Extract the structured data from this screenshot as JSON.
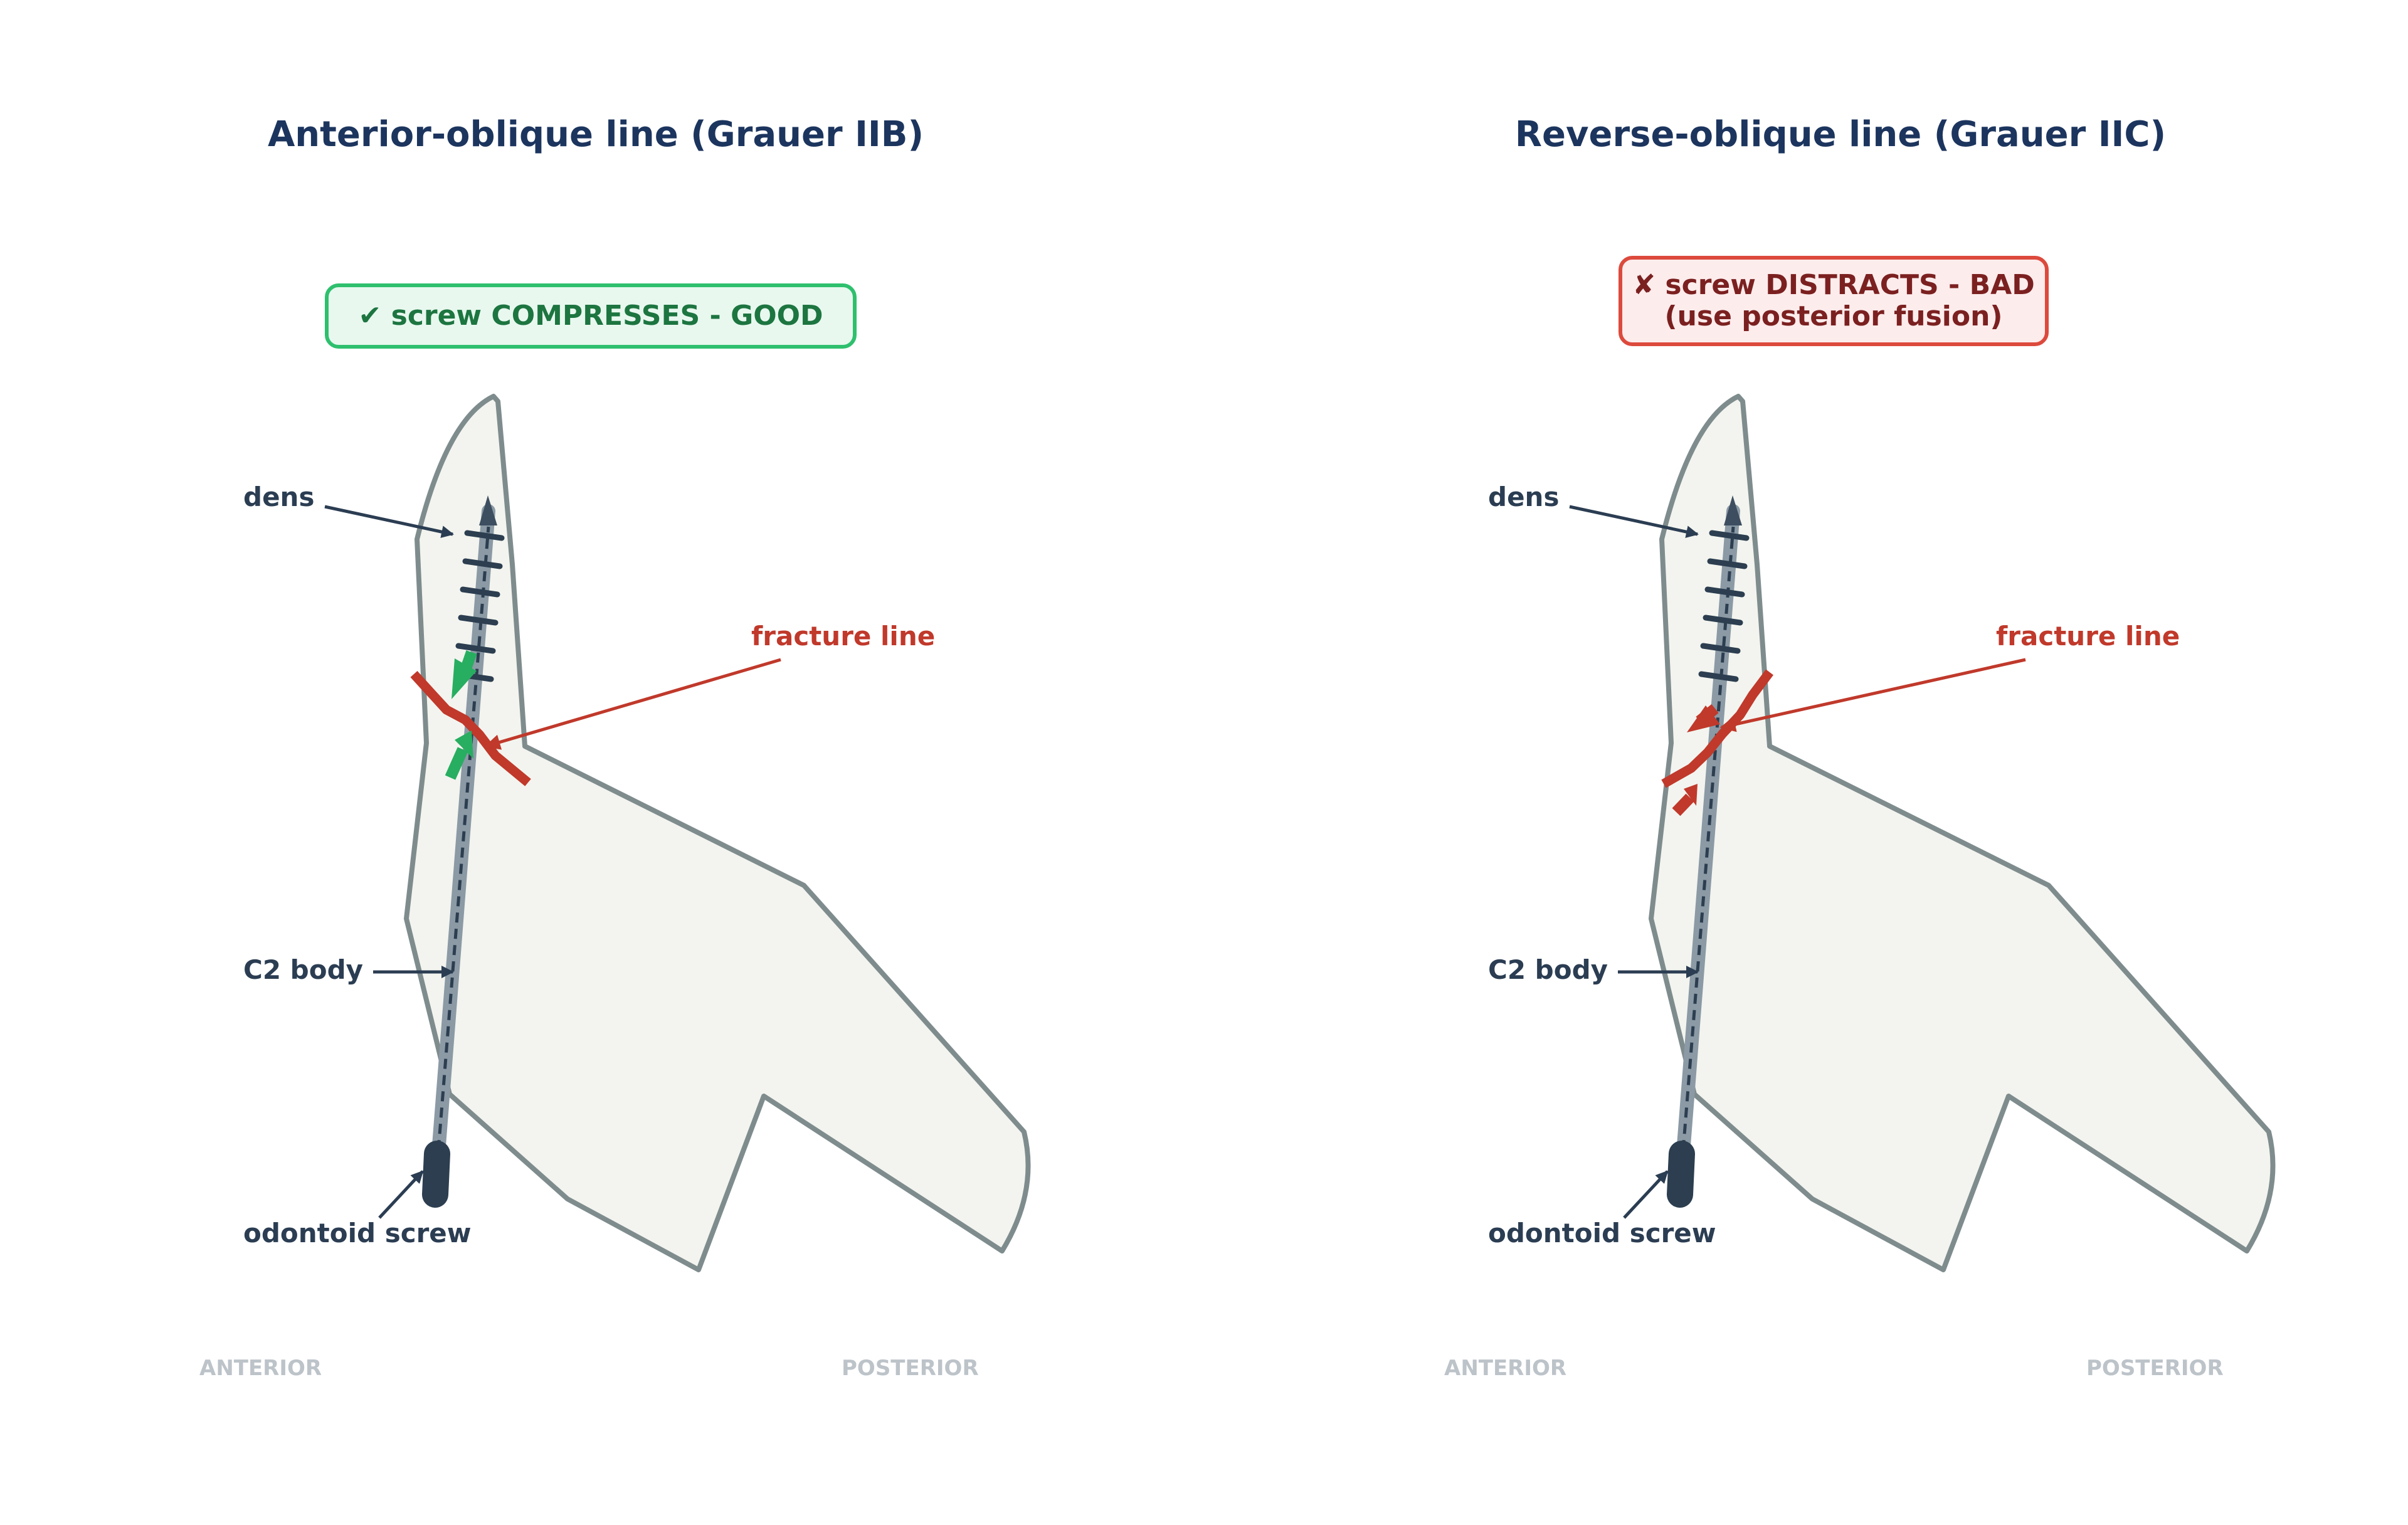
{
  "panels": [
    {
      "title": "Anterior-oblique line (Grauer IIB)",
      "callout_line1": "✔ screw COMPRESSES - GOOD",
      "callout_line2": "",
      "outcome": "good",
      "labels": {
        "dens": "dens",
        "fracture": "fracture line",
        "c2_body": "C2 body",
        "screw": "odontoid screw",
        "anterior": "ANTERIOR",
        "posterior": "POSTERIOR"
      }
    },
    {
      "title": "Reverse-oblique line (Grauer IIC)",
      "callout_line1": "✘ screw DISTRACTS - BAD",
      "callout_line2": "(use posterior fusion)",
      "outcome": "bad",
      "labels": {
        "dens": "dens",
        "fracture": "fracture line",
        "c2_body": "C2 body",
        "screw": "odontoid screw",
        "anterior": "ANTERIOR",
        "posterior": "POSTERIOR"
      }
    }
  ],
  "colors": {
    "bone_fill": "#f3f4ef",
    "bone_outline": "#7f8c8d",
    "fracture": "#c0392b",
    "screw": "#2c3e50",
    "compression_arrow": "#27ae60",
    "distraction_arrow": "#c0392b",
    "title": "#1c355e",
    "good_border": "#2fc06e",
    "bad_border": "#dc4a3d"
  }
}
